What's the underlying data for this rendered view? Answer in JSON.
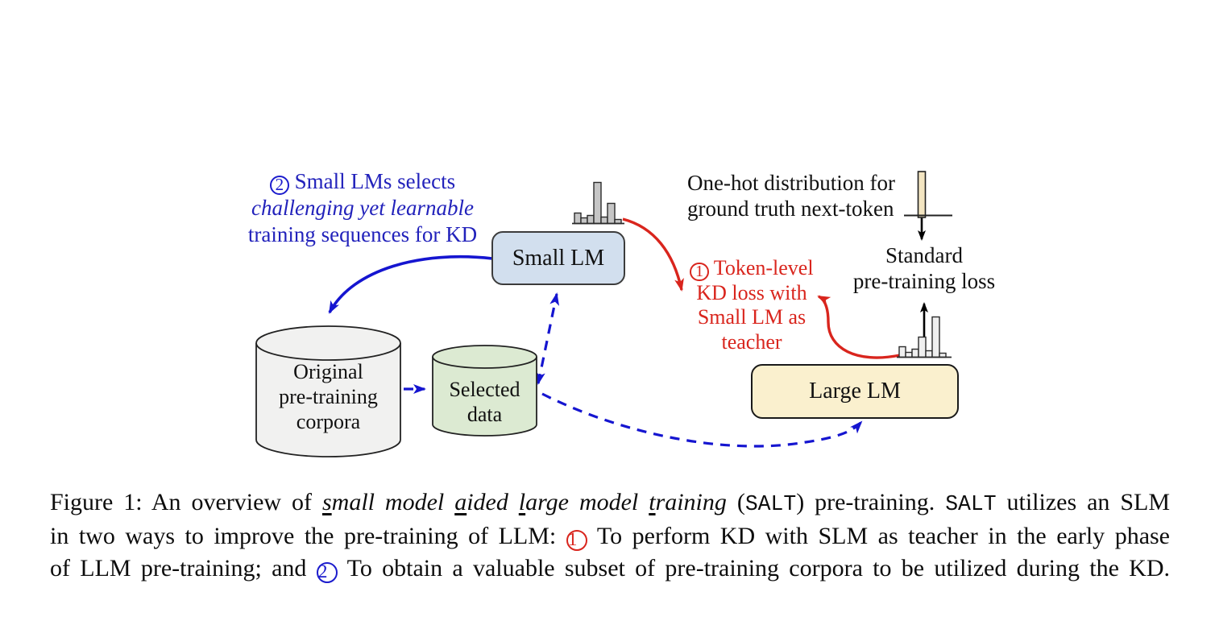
{
  "figure": {
    "note_blue": {
      "line1_segments": [
        {
          "t": "2",
          "s": "circ blue-circ"
        },
        {
          "t": " Small LMs selects",
          "s": ""
        }
      ],
      "line2": "challenging yet learnable",
      "line3": "training sequences for KD"
    },
    "note_red": {
      "line1_segments": [
        {
          "t": "1",
          "s": "circ red-circ"
        },
        {
          "t": " Token-level",
          "s": ""
        }
      ],
      "line2": "KD loss with",
      "line3": "Small LM as",
      "line4": "teacher"
    },
    "onehot_label": {
      "line1": "One-hot distribution for",
      "line2": "ground truth next-token"
    },
    "standard_loss_label": {
      "line1": "Standard",
      "line2": "pre-training loss"
    },
    "small_lm_label": "Small LM",
    "large_lm_label": "Large LM",
    "original_corpora_label": {
      "line1": "Original",
      "line2": "pre-training",
      "line3": "corpora"
    },
    "selected_data_label": {
      "line1": "Selected",
      "line2": "data"
    },
    "icons": [
      "small-lm-distribution-histogram-icon",
      "large-lm-distribution-histogram-icon",
      "one-hot-bar-icon"
    ],
    "colors": {
      "annotation_blue": "#2222bb",
      "arrow_blue": "#1515d0",
      "annotation_red": "#d9251d",
      "small_lm_fill": "#d2dfee",
      "large_lm_fill": "#faf0ce",
      "original_corpora_fill": "#f1f1f0",
      "selected_data_fill": "#dcead2",
      "one_hot_bar_fill": "#f3e5c1",
      "text_black": "#111111"
    }
  },
  "caption": {
    "line1_segments": [
      {
        "t": "Figure 1: An overview of ",
        "s": ""
      },
      {
        "t": "s",
        "s": "iu"
      },
      {
        "t": "mall model ",
        "s": "i"
      },
      {
        "t": "a",
        "s": "iu"
      },
      {
        "t": "ided ",
        "s": "i"
      },
      {
        "t": "l",
        "s": "iu"
      },
      {
        "t": "arge model ",
        "s": "i"
      },
      {
        "t": "t",
        "s": "iu"
      },
      {
        "t": "raining",
        "s": "i"
      },
      {
        "t": " (",
        "s": ""
      },
      {
        "t": "SALT",
        "s": "m"
      },
      {
        "t": ") pre-training. ",
        "s": ""
      },
      {
        "t": "SALT",
        "s": "m"
      },
      {
        "t": " utilizes an SLM",
        "s": ""
      }
    ],
    "line2_segments": [
      {
        "t": "in two ways to improve the pre-training of LLM: ",
        "s": ""
      },
      {
        "t": "1",
        "s": "circ red-circ"
      },
      {
        "t": " To perform KD with SLM as teacher in the early phase",
        "s": ""
      }
    ],
    "line3_segments": [
      {
        "t": "of LLM pre-training; and ",
        "s": ""
      },
      {
        "t": "2",
        "s": "circ blue-circ"
      },
      {
        "t": " To obtain a valuable subset of pre-training corpora to be utilized during the KD.",
        "s": ""
      }
    ]
  }
}
